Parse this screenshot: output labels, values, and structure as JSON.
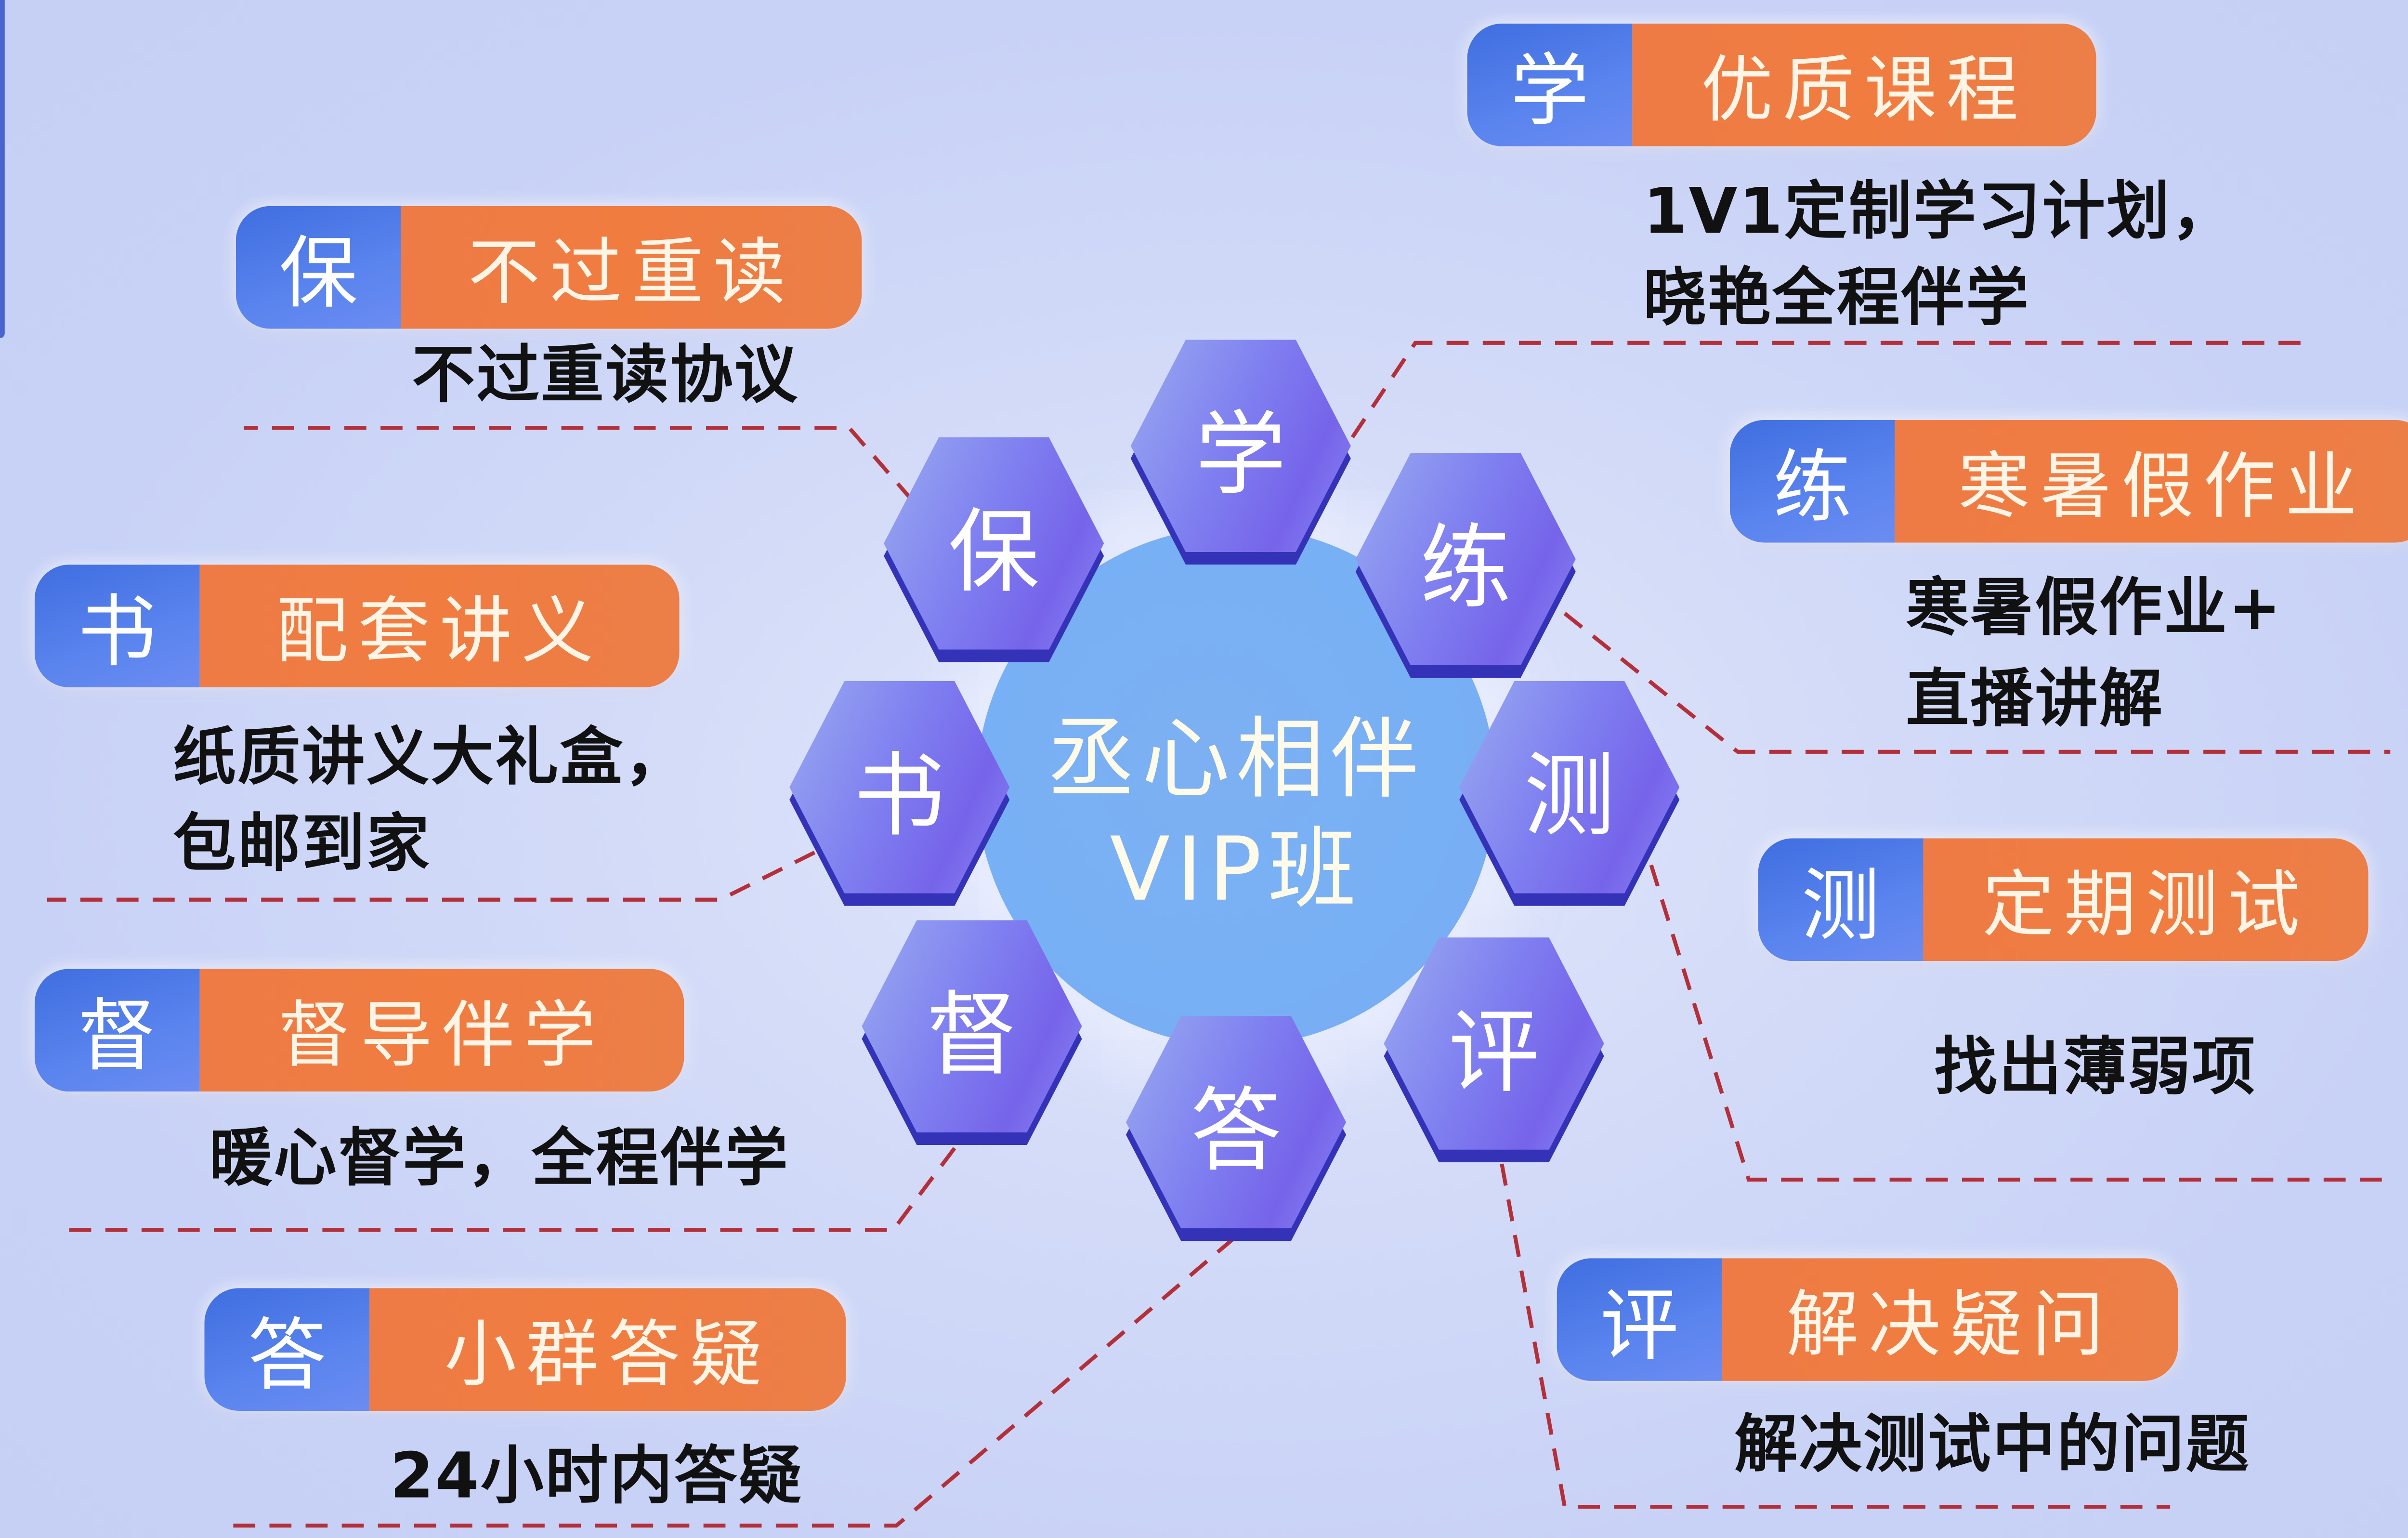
{
  "center": {
    "line1": "丞心相伴",
    "line2": "VIP班"
  },
  "hexagons": [
    {
      "char": "学"
    },
    {
      "char": "保"
    },
    {
      "char": "练"
    },
    {
      "char": "书"
    },
    {
      "char": "测"
    },
    {
      "char": "督"
    },
    {
      "char": "评"
    },
    {
      "char": "答"
    }
  ],
  "features": [
    {
      "tag": "学",
      "name": "优质课程",
      "desc": [
        "1V1定制学习计划，",
        "晓艳全程伴学"
      ]
    },
    {
      "tag": "保",
      "name": "不过重读",
      "desc": [
        "不过重读协议"
      ]
    },
    {
      "tag": "练",
      "name": "寒暑假作业",
      "desc": [
        "寒暑假作业+",
        "直播讲解"
      ]
    },
    {
      "tag": "书",
      "name": "配套讲义",
      "desc": [
        "纸质讲义大礼盒，",
        "包邮到家"
      ]
    },
    {
      "tag": "测",
      "name": "定期测试",
      "desc": [
        "找出薄弱项"
      ]
    },
    {
      "tag": "督",
      "name": "督导伴学",
      "desc": [
        "暖心督学，全程伴学"
      ]
    },
    {
      "tag": "评",
      "name": "解决疑问",
      "desc": [
        "解决测试中的问题"
      ]
    },
    {
      "tag": "答",
      "name": "小群答疑",
      "desc": [
        "24小时内答疑"
      ]
    }
  ],
  "colors": {
    "background": "#c9d3f7",
    "tag_blue": "#4a74e6",
    "name_orange": "#f07c40",
    "hexagon_purple": "#7b70ec",
    "hexagon_edge": "#3433b8",
    "center_circle": "#7ab0f4",
    "connector_red": "#b3303a"
  }
}
